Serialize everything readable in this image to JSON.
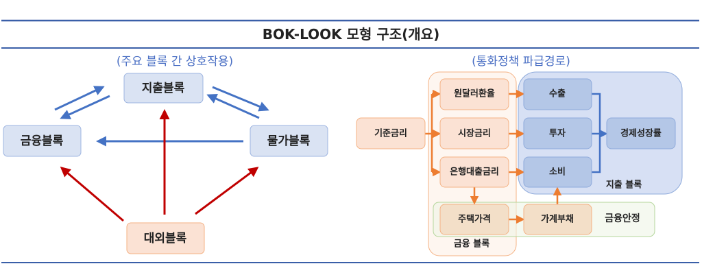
{
  "title": "BOK-LOOK 모형 구조(개요)",
  "left": {
    "subtitle": "(주요 블록 간 상호작용)",
    "blocks": {
      "spending": "지출블록",
      "finance": "금융블록",
      "price": "물가블록",
      "external": "대외블록"
    }
  },
  "right": {
    "subtitle": "(통화정책 파급경로)",
    "nodes": {
      "base_rate": "기준금리",
      "fx_rate": "원달러환율",
      "market_rate": "시장금리",
      "loan_rate": "은행대출금리",
      "house_price": "주택가격",
      "export": "수출",
      "investment": "투자",
      "consumption": "소비",
      "household_debt": "가계부채",
      "growth": "경제성장률"
    },
    "groups": {
      "finance_block": "금융 블록",
      "spending_block": "지출 블록",
      "financial_stability": "금융안정"
    }
  },
  "colors": {
    "rule": "#3a5fa8",
    "blue_text": "#4a6fc4",
    "blue_arrow": "#4472c4",
    "red_arrow": "#c00000",
    "orange": "#ed7d31"
  }
}
